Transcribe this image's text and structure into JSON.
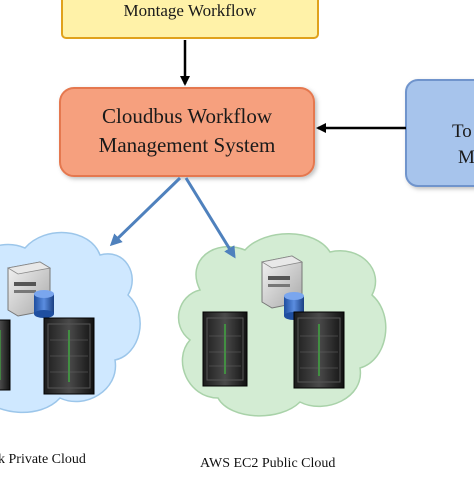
{
  "diagram": {
    "montage_box": {
      "label": "Montage Workflow",
      "fill": "#fff2a8",
      "stroke": "#e0a21c"
    },
    "cloudbus_box": {
      "line1": "Cloudbus Workflow",
      "line2": "Management System",
      "fill": "#f6a07e",
      "stroke": "#e5784f"
    },
    "side_box": {
      "line1": "To",
      "line2": "M",
      "fill": "#a7c4ec",
      "stroke": "#6f94cc"
    },
    "clouds": {
      "private": {
        "caption": "k Private Cloud",
        "fill": "#cfe8ff"
      },
      "public": {
        "caption": "AWS EC2 Public Cloud",
        "fill": "#d3ecd3"
      }
    },
    "colors": {
      "arrow_black": "#000000",
      "arrow_blue": "#4f81bd"
    }
  }
}
